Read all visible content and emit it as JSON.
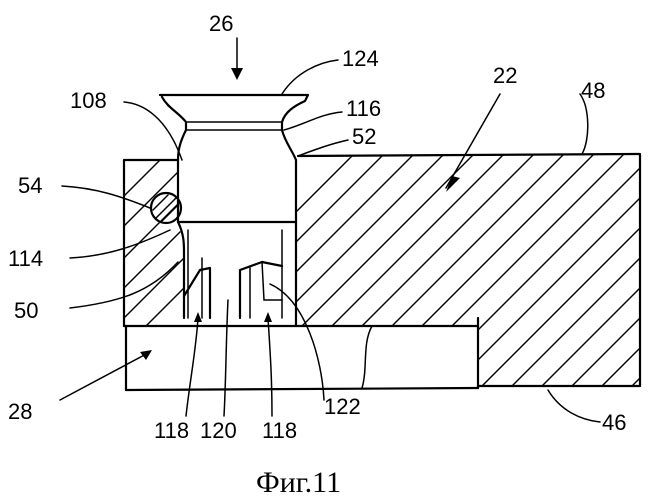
{
  "labels": {
    "l26": "26",
    "l124": "124",
    "l108": "108",
    "l116": "116",
    "l22": "22",
    "l48": "48",
    "l52": "52",
    "l54": "54",
    "l114": "114",
    "l50": "50",
    "l28": "28",
    "l118a": "118",
    "l120": "120",
    "l118b": "118",
    "l122": "122",
    "l46": "46"
  },
  "caption": "Фиг.11"
}
